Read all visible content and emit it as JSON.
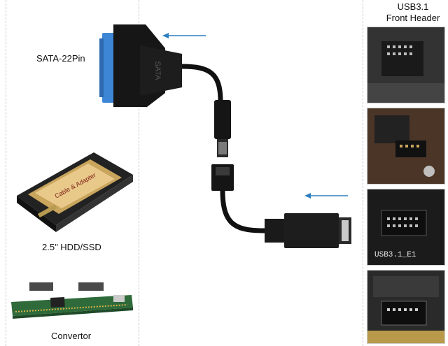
{
  "labels": {
    "sata": "SATA-22Pin",
    "hdd": "2.5\" HDD/SSD",
    "convertor": "Convertor",
    "header_line1": "USB3.1",
    "header_line2": "Front Header"
  },
  "printed_text": {
    "sata_body": "SATA",
    "ssd_label_top": "Cable & Adapter",
    "board_silk": "USB3.1_E1"
  },
  "colors": {
    "arrow": "#2d7fc1",
    "sata_connector": "#3d86d6",
    "cable": "#111111",
    "pcb": "#2f6b3a"
  },
  "icons": [
    "left-arrow-icon",
    "left-arrow-icon"
  ]
}
